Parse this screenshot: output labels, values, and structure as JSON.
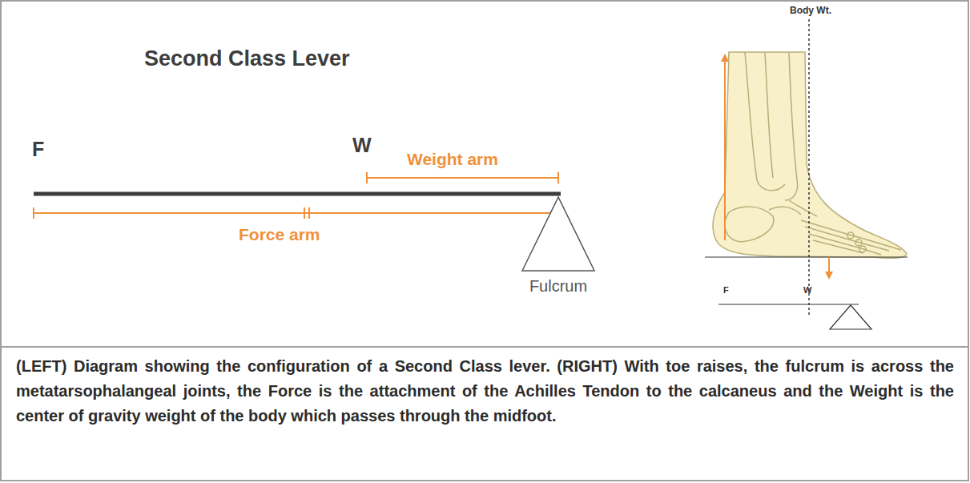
{
  "diagram": {
    "title": "Second Class Lever",
    "caption": "(LEFT) Diagram showing the configuration of a Second Class lever. (RIGHT) With toe raises, the fulcrum is across the metatarsophalangeal joints, the Force is the attachment of the Achilles Tendon to the calcaneus and the Weight is the center of gravity weight of the body which passes through the midfoot.",
    "labels": [
      "F",
      "W",
      "Weight arm",
      "Force arm",
      "Fulcrum",
      "Body Wt.",
      "F",
      "W"
    ]
  }
}
